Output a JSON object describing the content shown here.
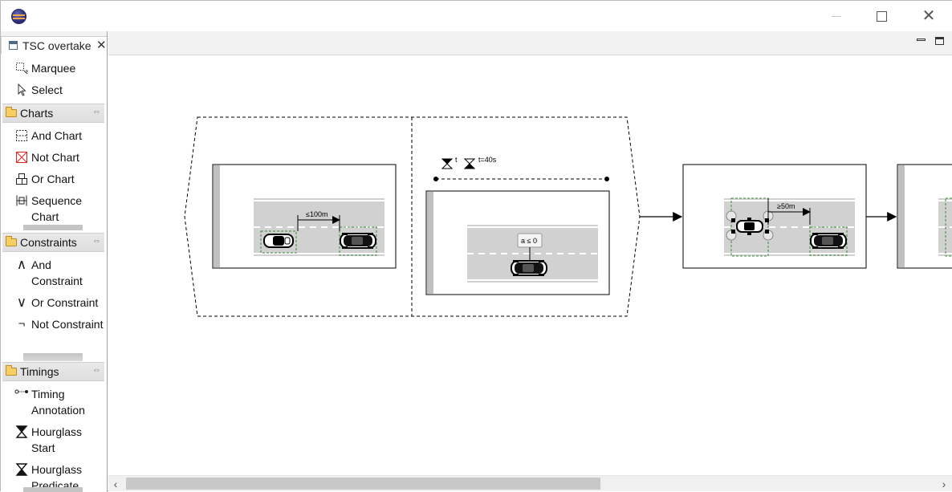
{
  "window": {
    "minimize_label": "–",
    "maximize_label": "□",
    "close_label": "✕"
  },
  "palette": {
    "tab_title": "TSC overtake",
    "tab_close": "✕",
    "tools": [
      {
        "label": "Marquee",
        "icon": "marquee-icon"
      },
      {
        "label": "Select",
        "icon": "select-arrow-icon"
      }
    ],
    "drawers": [
      {
        "label": "Charts",
        "items": [
          {
            "label": "And Chart",
            "icon": "and-chart-icon"
          },
          {
            "label": "Not Chart",
            "icon": "not-chart-icon"
          },
          {
            "label": "Or Chart",
            "icon": "or-chart-icon"
          },
          {
            "label": "Sequence Chart",
            "icon": "sequence-chart-icon"
          }
        ]
      },
      {
        "label": "Constraints",
        "items": [
          {
            "label": "And Constraint",
            "icon": "and-constraint-icon"
          },
          {
            "label": "Or Constraint",
            "icon": "or-constraint-icon"
          },
          {
            "label": "Not Constraint",
            "icon": "not-constraint-icon"
          }
        ]
      },
      {
        "label": "Timings",
        "items": [
          {
            "label": "Timing Annotation",
            "icon": "timing-annotation-icon"
          },
          {
            "label": "Hourglass Start",
            "icon": "hourglass-start-icon"
          },
          {
            "label": "Hourglass Predicate",
            "icon": "hourglass-predicate-icon"
          }
        ]
      }
    ]
  },
  "diagram": {
    "distance_max": "≤100m",
    "timing_start": "t",
    "timing_end": "t=40s",
    "accel_constraint": "a ≤ 0",
    "distance_min": "≥50m"
  },
  "colors": {
    "road": "#d1d1d1",
    "snapshot_bar": "#c0c0c0",
    "dashed_border": "#000000",
    "green_box": "#3a8a3a"
  }
}
